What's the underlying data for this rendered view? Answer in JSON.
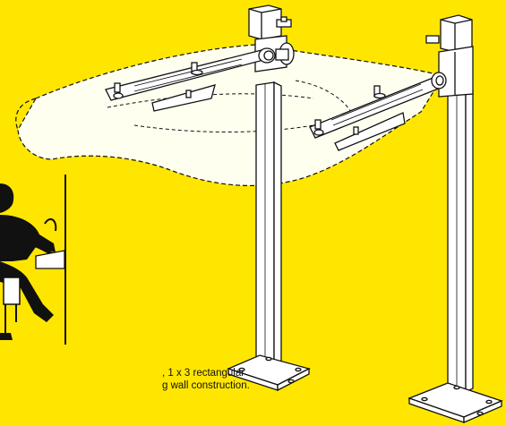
{
  "caption": {
    "line1": ", 1 x 3 rectangular",
    "line2": "g wall construction."
  },
  "colors": {
    "background": "#FFE600",
    "ink": "#111111",
    "metal_fill": "#FFFFFF"
  },
  "figure": {
    "subject": "pedestal mounted basin frame",
    "parts": [
      "left post",
      "right post",
      "base plates",
      "support arms",
      "basin outline",
      "wall figure"
    ]
  }
}
